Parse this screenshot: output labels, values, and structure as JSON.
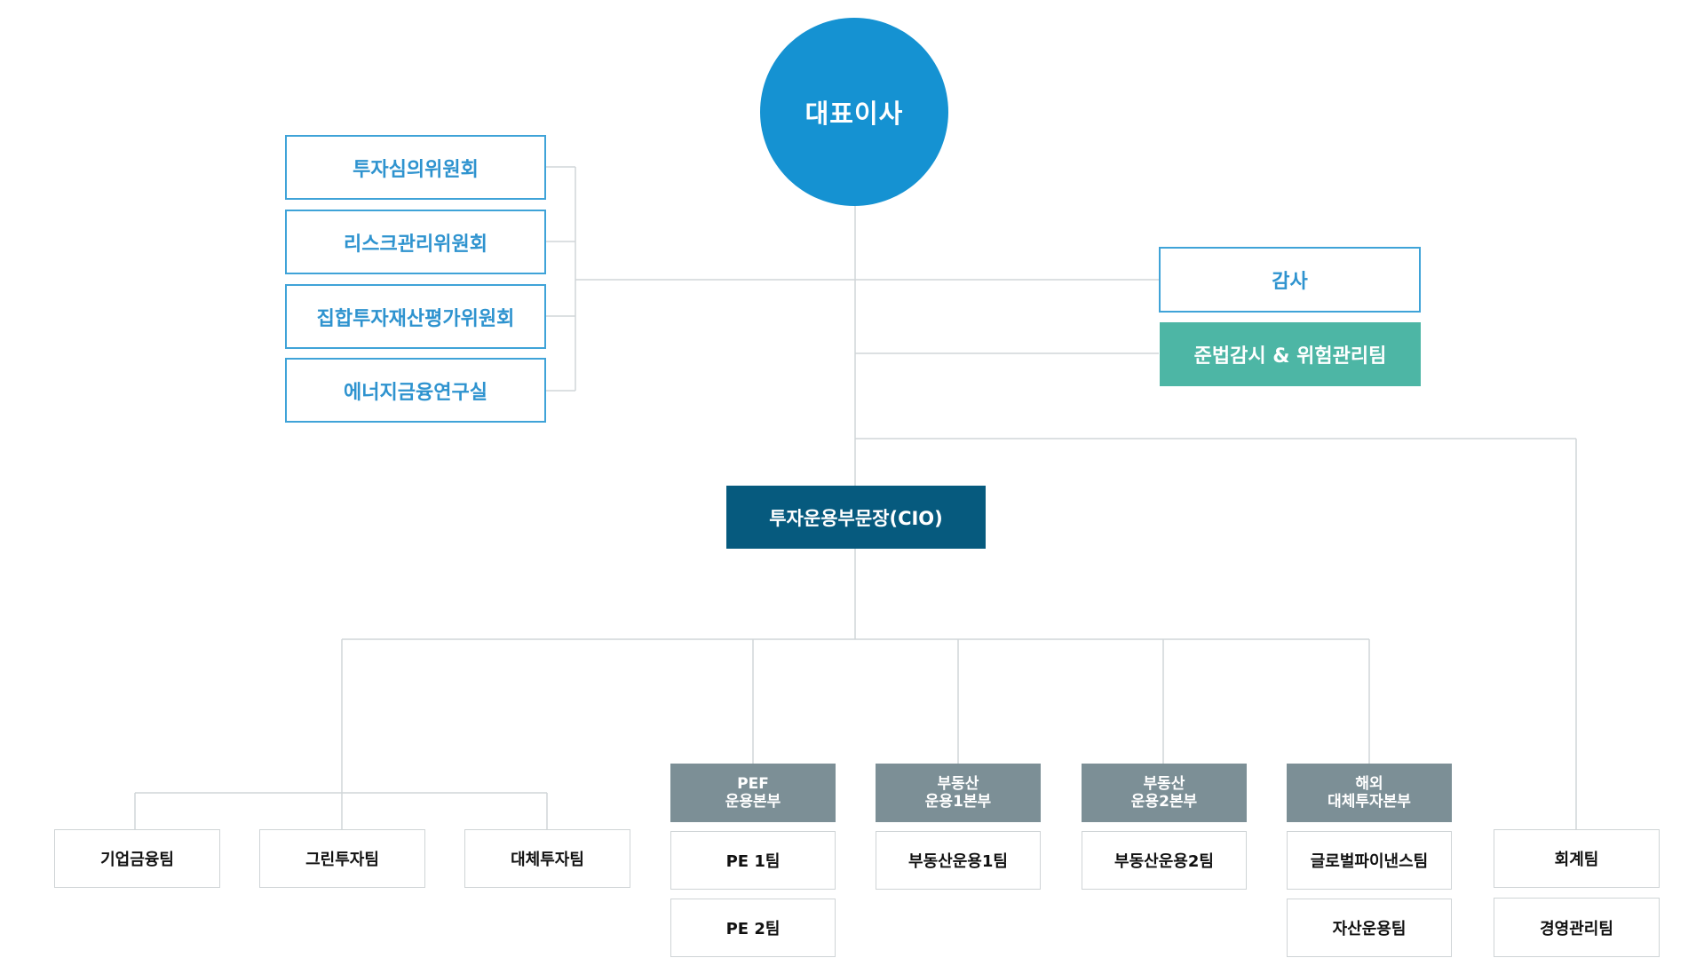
{
  "ceo": "대표이사",
  "committees": [
    "투자심의위원회",
    "리스크관리위원회",
    "집합투자재산평가위원회",
    "에너지금융연구실"
  ],
  "audit": "감사",
  "compliance": "준법감시 & 위험관리팀",
  "cio": "투자운용부문장(CIO)",
  "direct_teams": [
    "기업금융팀",
    "그린투자팀",
    "대체투자팀"
  ],
  "divisions": [
    {
      "name": "PEF\n운용본부",
      "teams": [
        "PE 1팀",
        "PE 2팀"
      ]
    },
    {
      "name": "부동산\n운용1본부",
      "teams": [
        "부동산운용1팀"
      ]
    },
    {
      "name": "부동산\n운용2본부",
      "teams": [
        "부동산운용2팀"
      ]
    },
    {
      "name": "해외\n대체투자본부",
      "teams": [
        "글로벌파이낸스팀",
        "자산운용팀"
      ]
    }
  ],
  "support_teams": [
    "회계팀",
    "경영관리팀"
  ],
  "colors": {
    "ceo": "#1592d2",
    "committee_border": "#3fa3d8",
    "compliance": "#4db6a5",
    "cio": "#065a7e",
    "division": "#7c8f96",
    "connector": "#d0d5d8"
  }
}
